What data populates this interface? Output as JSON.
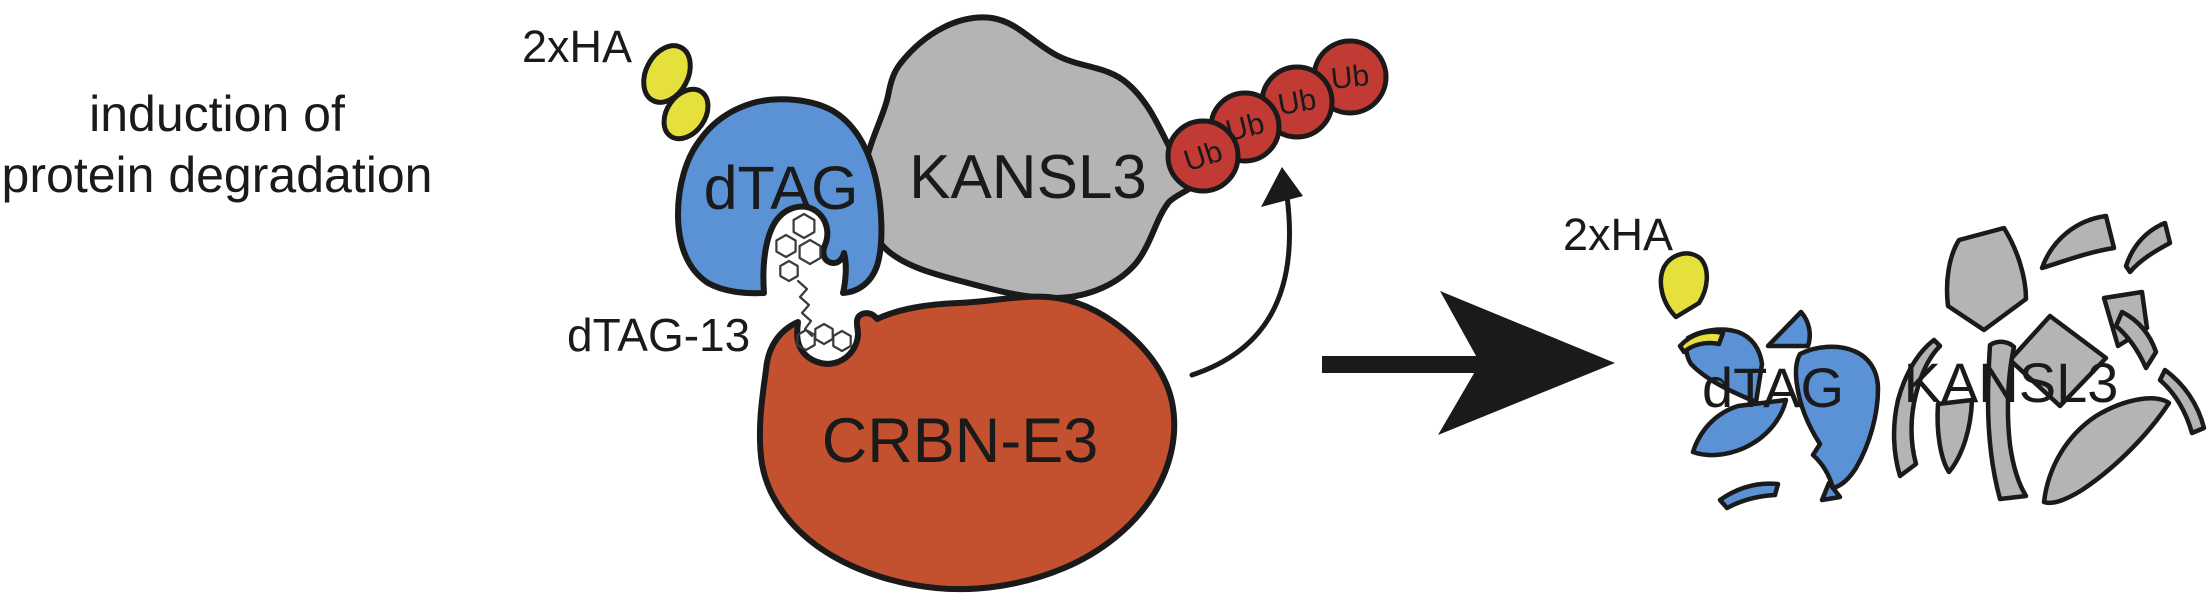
{
  "caption": {
    "line1": "induction of",
    "line2": "protein degradation"
  },
  "complex": {
    "ha_tag": "2xHA",
    "dtag": "dTAG",
    "target": "KANSL3",
    "degrader": "dTAG-13",
    "ligase": "CRBN-E3",
    "ubiquitins": [
      "Ub",
      "Ub",
      "Ub",
      "Ub"
    ]
  },
  "degraded": {
    "ha_tag": "2xHA",
    "dtag": "dTAG",
    "target": "KANSL3"
  },
  "colors": {
    "dtag_blue": "#5B92D6",
    "kansl3_gray": "#B4B4B6",
    "crbn_orange": "#C3512F",
    "ubiquitin_red": "#C23A34",
    "ha_yellow": "#E6E03D",
    "outline_black": "#1A1A1A",
    "background": "#FFFFFF"
  }
}
